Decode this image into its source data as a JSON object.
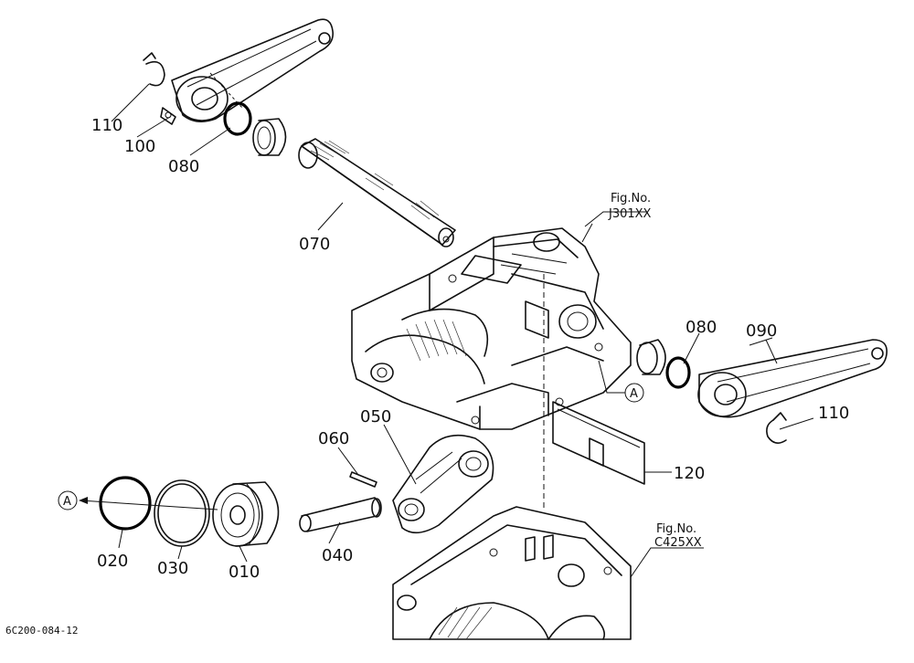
{
  "parts": {
    "p010": "010",
    "p020": "020",
    "p030": "030",
    "p040": "040",
    "p050": "050",
    "p060": "060",
    "p070": "070",
    "p080_left": "080",
    "p080_right": "080",
    "p090": "090",
    "p100": "100",
    "p110_left": "110",
    "p110_right": "110",
    "p120": "120"
  },
  "refs": {
    "upper_fig_label": "Fig.No.",
    "upper_fig_code": "J301XX",
    "lower_fig_label": "Fig.No.",
    "lower_fig_code": "C425XX"
  },
  "markers": {
    "right_a": "A",
    "left_a": "A"
  },
  "diagram_code": "6C200-084-12"
}
